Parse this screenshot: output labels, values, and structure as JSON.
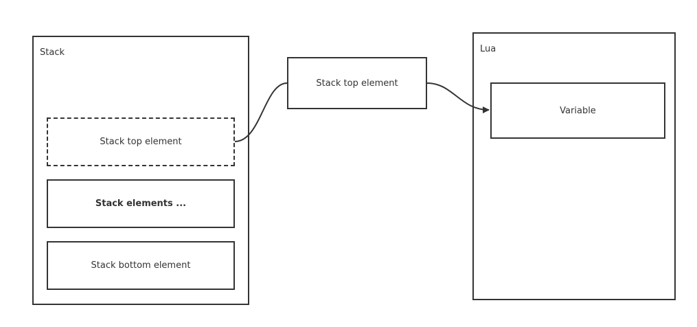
{
  "stack": {
    "title": "Stack",
    "top_element": "Stack top element",
    "middle_elements": "Stack elements ...",
    "bottom_element": "Stack bottom element"
  },
  "transfer": {
    "label": "Stack top element"
  },
  "lua": {
    "title": "Lua",
    "variable": "Variable"
  },
  "colors": {
    "stroke": "#333333",
    "background": "#ffffff"
  }
}
